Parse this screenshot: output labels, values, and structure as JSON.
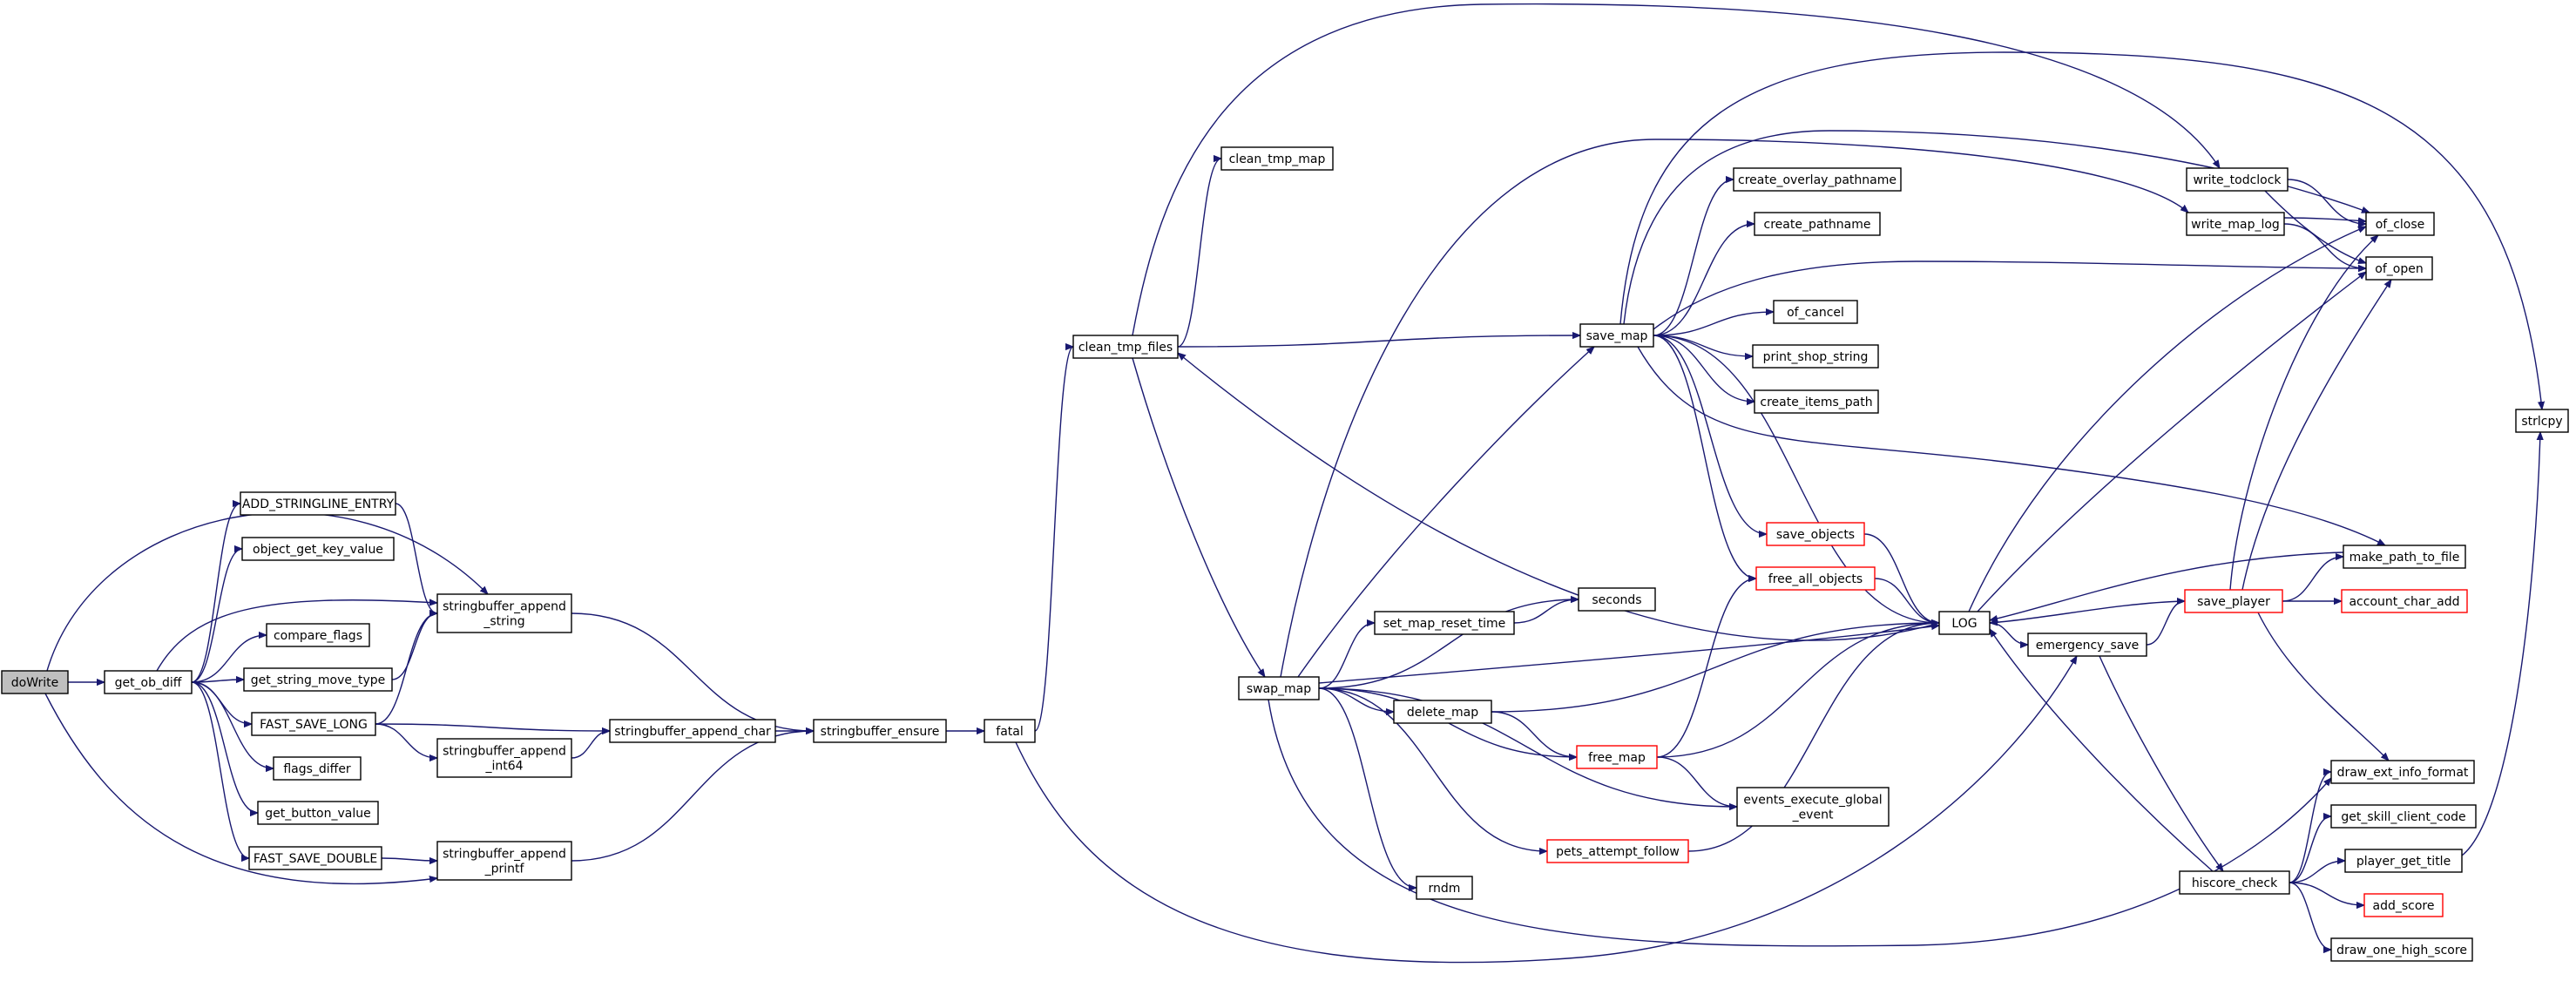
{
  "colors": {
    "edge": "#191970",
    "node_border": "#000000",
    "truncated_border": "#ff0000",
    "current_fill": "#bfbfbf",
    "background": "#ffffff"
  },
  "nodes": [
    {
      "id": "doWrite",
      "lines": [
        "doWrite"
      ],
      "current": true
    },
    {
      "id": "get_ob_diff",
      "lines": [
        "get_ob_diff"
      ]
    },
    {
      "id": "ADD_STRINGLINE_ENTRY",
      "lines": [
        "ADD_STRINGLINE_ENTRY"
      ]
    },
    {
      "id": "object_get_key_value",
      "lines": [
        "object_get_key_value"
      ]
    },
    {
      "id": "compare_flags",
      "lines": [
        "compare_flags"
      ]
    },
    {
      "id": "get_string_move_type",
      "lines": [
        "get_string_move_type"
      ]
    },
    {
      "id": "FAST_SAVE_LONG",
      "lines": [
        "FAST_SAVE_LONG"
      ]
    },
    {
      "id": "flags_differ",
      "lines": [
        "flags_differ"
      ]
    },
    {
      "id": "get_button_value",
      "lines": [
        "get_button_value"
      ]
    },
    {
      "id": "FAST_SAVE_DOUBLE",
      "lines": [
        "FAST_SAVE_DOUBLE"
      ]
    },
    {
      "id": "sb_append_string",
      "lines": [
        "stringbuffer_append",
        "_string"
      ]
    },
    {
      "id": "sb_append_int64",
      "lines": [
        "stringbuffer_append",
        "_int64"
      ]
    },
    {
      "id": "sb_append_printf",
      "lines": [
        "stringbuffer_append",
        "_printf"
      ]
    },
    {
      "id": "sb_append_char",
      "lines": [
        "stringbuffer_append_char"
      ]
    },
    {
      "id": "sb_ensure",
      "lines": [
        "stringbuffer_ensure"
      ]
    },
    {
      "id": "fatal",
      "lines": [
        "fatal"
      ]
    },
    {
      "id": "clean_tmp_files",
      "lines": [
        "clean_tmp_files"
      ]
    },
    {
      "id": "clean_tmp_map",
      "lines": [
        "clean_tmp_map"
      ]
    },
    {
      "id": "swap_map",
      "lines": [
        "swap_map"
      ]
    },
    {
      "id": "save_map",
      "lines": [
        "save_map"
      ]
    },
    {
      "id": "create_overlay_pathname",
      "lines": [
        "create_overlay_pathname"
      ]
    },
    {
      "id": "create_pathname",
      "lines": [
        "create_pathname"
      ]
    },
    {
      "id": "of_cancel",
      "lines": [
        "of_cancel"
      ]
    },
    {
      "id": "print_shop_string",
      "lines": [
        "print_shop_string"
      ]
    },
    {
      "id": "create_items_path",
      "lines": [
        "create_items_path"
      ]
    },
    {
      "id": "save_objects",
      "lines": [
        "save_objects"
      ],
      "truncated": true
    },
    {
      "id": "free_all_objects",
      "lines": [
        "free_all_objects"
      ],
      "truncated": true
    },
    {
      "id": "seconds",
      "lines": [
        "seconds"
      ]
    },
    {
      "id": "set_map_reset_time",
      "lines": [
        "set_map_reset_time"
      ]
    },
    {
      "id": "delete_map",
      "lines": [
        "delete_map"
      ]
    },
    {
      "id": "free_map",
      "lines": [
        "free_map"
      ],
      "truncated": true
    },
    {
      "id": "events_execute_global_event",
      "lines": [
        "events_execute_global",
        "_event"
      ]
    },
    {
      "id": "pets_attempt_follow",
      "lines": [
        "pets_attempt_follow"
      ],
      "truncated": true
    },
    {
      "id": "rndm",
      "lines": [
        "rndm"
      ]
    },
    {
      "id": "LOG",
      "lines": [
        "LOG"
      ]
    },
    {
      "id": "emergency_save",
      "lines": [
        "emergency_save"
      ]
    },
    {
      "id": "write_todclock",
      "lines": [
        "write_todclock"
      ]
    },
    {
      "id": "write_map_log",
      "lines": [
        "write_map_log"
      ]
    },
    {
      "id": "of_close",
      "lines": [
        "of_close"
      ]
    },
    {
      "id": "of_open",
      "lines": [
        "of_open"
      ]
    },
    {
      "id": "strlcpy",
      "lines": [
        "strlcpy"
      ]
    },
    {
      "id": "make_path_to_file",
      "lines": [
        "make_path_to_file"
      ]
    },
    {
      "id": "save_player",
      "lines": [
        "save_player"
      ],
      "truncated": true
    },
    {
      "id": "account_char_add",
      "lines": [
        "account_char_add"
      ],
      "truncated": true
    },
    {
      "id": "hiscore_check",
      "lines": [
        "hiscore_check"
      ]
    },
    {
      "id": "draw_ext_info_format",
      "lines": [
        "draw_ext_info_format"
      ]
    },
    {
      "id": "get_skill_client_code",
      "lines": [
        "get_skill_client_code"
      ]
    },
    {
      "id": "player_get_title",
      "lines": [
        "player_get_title"
      ]
    },
    {
      "id": "add_score",
      "lines": [
        "add_score"
      ],
      "truncated": true
    },
    {
      "id": "draw_one_high_score",
      "lines": [
        "draw_one_high_score"
      ]
    }
  ],
  "edges": [
    [
      "doWrite",
      "get_ob_diff"
    ],
    [
      "doWrite",
      "sb_append_string"
    ],
    [
      "doWrite",
      "sb_append_printf"
    ],
    [
      "get_ob_diff",
      "ADD_STRINGLINE_ENTRY"
    ],
    [
      "get_ob_diff",
      "object_get_key_value"
    ],
    [
      "get_ob_diff",
      "compare_flags"
    ],
    [
      "get_ob_diff",
      "get_string_move_type"
    ],
    [
      "get_ob_diff",
      "FAST_SAVE_LONG"
    ],
    [
      "get_ob_diff",
      "flags_differ"
    ],
    [
      "get_ob_diff",
      "get_button_value"
    ],
    [
      "get_ob_diff",
      "FAST_SAVE_DOUBLE"
    ],
    [
      "get_ob_diff",
      "sb_append_string"
    ],
    [
      "ADD_STRINGLINE_ENTRY",
      "sb_append_string"
    ],
    [
      "get_string_move_type",
      "sb_append_string"
    ],
    [
      "FAST_SAVE_LONG",
      "sb_append_string"
    ],
    [
      "FAST_SAVE_LONG",
      "sb_append_int64"
    ],
    [
      "FAST_SAVE_LONG",
      "sb_append_char"
    ],
    [
      "FAST_SAVE_DOUBLE",
      "sb_append_printf"
    ],
    [
      "sb_append_int64",
      "sb_append_char"
    ],
    [
      "sb_append_string",
      "sb_ensure"
    ],
    [
      "sb_append_char",
      "sb_ensure"
    ],
    [
      "sb_append_printf",
      "sb_ensure"
    ],
    [
      "sb_ensure",
      "fatal"
    ],
    [
      "fatal",
      "clean_tmp_files"
    ],
    [
      "fatal",
      "emergency_save"
    ],
    [
      "clean_tmp_files",
      "clean_tmp_map"
    ],
    [
      "clean_tmp_files",
      "save_map"
    ],
    [
      "clean_tmp_files",
      "swap_map"
    ],
    [
      "clean_tmp_files",
      "write_todclock"
    ],
    [
      "LOG",
      "clean_tmp_files"
    ],
    [
      "save_map",
      "create_overlay_pathname"
    ],
    [
      "save_map",
      "create_pathname"
    ],
    [
      "save_map",
      "of_cancel"
    ],
    [
      "save_map",
      "print_shop_string"
    ],
    [
      "save_map",
      "create_items_path"
    ],
    [
      "save_map",
      "save_objects"
    ],
    [
      "save_map",
      "free_all_objects"
    ],
    [
      "save_map",
      "LOG"
    ],
    [
      "save_map",
      "make_path_to_file"
    ],
    [
      "save_map",
      "of_open"
    ],
    [
      "save_map",
      "of_close"
    ],
    [
      "save_map",
      "strlcpy"
    ],
    [
      "swap_map",
      "save_map"
    ],
    [
      "swap_map",
      "seconds"
    ],
    [
      "swap_map",
      "set_map_reset_time"
    ],
    [
      "swap_map",
      "delete_map"
    ],
    [
      "swap_map",
      "free_map"
    ],
    [
      "swap_map",
      "events_execute_global_event"
    ],
    [
      "swap_map",
      "pets_attempt_follow"
    ],
    [
      "swap_map",
      "rndm"
    ],
    [
      "swap_map",
      "LOG"
    ],
    [
      "swap_map",
      "write_map_log"
    ],
    [
      "swap_map",
      "draw_ext_info_format"
    ],
    [
      "set_map_reset_time",
      "seconds"
    ],
    [
      "delete_map",
      "free_map"
    ],
    [
      "delete_map",
      "LOG"
    ],
    [
      "free_map",
      "free_all_objects"
    ],
    [
      "free_map",
      "events_execute_global_event"
    ],
    [
      "free_map",
      "LOG"
    ],
    [
      "save_objects",
      "LOG"
    ],
    [
      "free_all_objects",
      "LOG"
    ],
    [
      "pets_attempt_follow",
      "LOG"
    ],
    [
      "LOG",
      "emergency_save"
    ],
    [
      "LOG",
      "of_close"
    ],
    [
      "LOG",
      "of_open"
    ],
    [
      "write_todclock",
      "of_close"
    ],
    [
      "write_todclock",
      "of_open"
    ],
    [
      "write_map_log",
      "of_close"
    ],
    [
      "write_map_log",
      "of_open"
    ],
    [
      "emergency_save",
      "save_player"
    ],
    [
      "emergency_save",
      "hiscore_check"
    ],
    [
      "save_player",
      "LOG"
    ],
    [
      "save_player",
      "make_path_to_file"
    ],
    [
      "save_player",
      "account_char_add"
    ],
    [
      "save_player",
      "of_close"
    ],
    [
      "save_player",
      "of_open"
    ],
    [
      "save_player",
      "draw_ext_info_format"
    ],
    [
      "make_path_to_file",
      "LOG"
    ],
    [
      "hiscore_check",
      "LOG"
    ],
    [
      "hiscore_check",
      "draw_ext_info_format"
    ],
    [
      "hiscore_check",
      "get_skill_client_code"
    ],
    [
      "hiscore_check",
      "player_get_title"
    ],
    [
      "hiscore_check",
      "add_score"
    ],
    [
      "hiscore_check",
      "draw_one_high_score"
    ],
    [
      "player_get_title",
      "strlcpy"
    ]
  ]
}
